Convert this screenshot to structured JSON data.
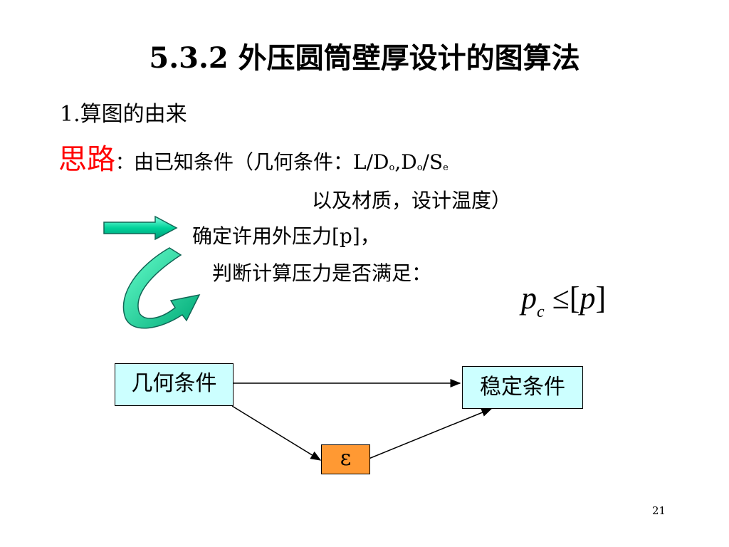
{
  "slide": {
    "title": "5.3.2 外压圆筒壁厚设计的图算法",
    "subtitle": "1.算图的由来",
    "idea_label": "思路",
    "idea_colon": "：",
    "idea_text_a": "由已知条件（几何条件：L/D",
    "sub_o1": "o",
    "comma": ",D",
    "sub_o2": "o",
    "slash_s": "/S",
    "sub_e": "e",
    "line2": "以及材质，设计温度）",
    "line3": "确定许用外压力[p]，",
    "line4": "判断计算压力是否满足：",
    "formula": {
      "p": "p",
      "sub": "c",
      "op": " ≤[",
      "p2": "p",
      "close": "]"
    },
    "flow": {
      "box_geometry": "几何条件",
      "box_stability": "稳定条件",
      "box_epsilon": "ε"
    },
    "page_number": "21"
  },
  "colors": {
    "accent_red": "#ff0000",
    "box_cyan": "#ccffff",
    "box_orange": "#ff9933",
    "arrow_green": "#00cc99"
  }
}
